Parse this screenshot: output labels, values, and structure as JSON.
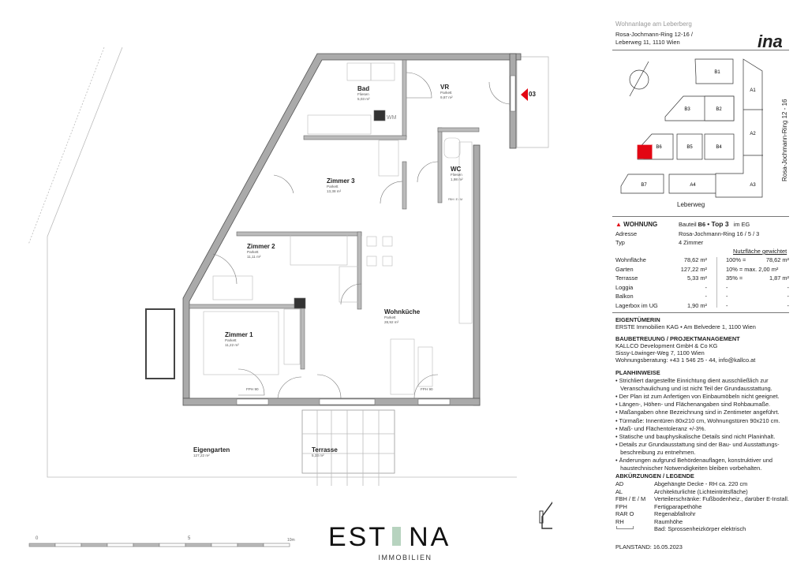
{
  "header": {
    "project": "Wohnanlage am Leberberg",
    "address_line1": "Rosa-Jochmann-Ring 12-16 /",
    "address_line2": "Leberweg 11, 1110 Wien",
    "logo": "ina"
  },
  "siteplan": {
    "blocks": [
      "B1",
      "B2",
      "B3",
      "B4",
      "B5",
      "B6",
      "B7",
      "A1",
      "A2",
      "A3",
      "A4"
    ],
    "street_right": "Rosa-Jochmann-Ring 12 - 16",
    "street_bottom": "Leberweg",
    "highlight_color": "#e30613"
  },
  "apartment": {
    "title": "WOHNUNG",
    "bauteil_prefix": "Bauteil",
    "bauteil": "B6",
    "top": "• Top 3",
    "floor": "im EG",
    "address_label": "Adresse",
    "address": "Rosa-Jochmann-Ring 16 / 5 / 3",
    "type_label": "Typ",
    "type": "4 Zimmer",
    "weighted_header": "Nutzfläche gewichtet",
    "rows": [
      {
        "label": "Wohnfläche",
        "area": "78,62 m²",
        "pct": "100% =",
        "weighted": "78,62 m²"
      },
      {
        "label": "Garten",
        "area": "127,22 m²",
        "pct": "10% = max. 2,00 m²",
        "weighted": ""
      },
      {
        "label": "Terrasse",
        "area": "5,33 m²",
        "pct": "35% =",
        "weighted": "1,87 m²"
      },
      {
        "label": "Loggia",
        "area": "-",
        "pct": "-",
        "weighted": "-"
      },
      {
        "label": "Balkon",
        "area": "-",
        "pct": "-",
        "weighted": "-"
      },
      {
        "label": "Lagerbox im UG",
        "area": "1,90 m²",
        "pct": "-",
        "weighted": "-"
      }
    ]
  },
  "owner": {
    "title": "EIGENTÜMERIN",
    "text": "ERSTE Immobilien KAG • Am Belvedere 1, 1100 Wien"
  },
  "management": {
    "title": "BAUBETREUUNG / PROJEKTMANAGEMENT",
    "lines": [
      "KALLCO Development GmbH & Co KG",
      "Sissy-Löwinger-Weg 7, 1100 Wien",
      "Wohnungsberatung: +43 1 546 25 - 44, info@kallco.at"
    ]
  },
  "notes": {
    "title": "PLANHINWEISE",
    "lines": [
      "• Strichliert dargestellte Einrichtung dient ausschließlich zur",
      "   Veranschaulichung und ist nicht Teil der Grundausstattung.",
      "• Der Plan ist zum Anfertigen von Einbaumöbeln nicht geeignet.",
      "• Längen-, Höhen- und Flächenangaben sind Rohbaumaße.",
      "• Maßangaben ohne Bezeichnung sind in Zentimeter angeführt.",
      "• Türmaße: Innentüren 80x210 cm, Wohnungstüren 90x210 cm.",
      "• Maß- und Flächentoleranz +/-3%.",
      "• Statische und bauphysikalische Details sind nicht Planinhalt.",
      "• Details zur Grundausstattung sind der Bau- und Ausstattungs-",
      "   beschreibung zu entnehmen.",
      "• Änderungen aufgrund Behördenauflagen, konstruktiver und",
      "   haustechnischer Notwendigkeiten bleiben vorbehalten."
    ]
  },
  "legend": {
    "title": "ABKÜRZUNGEN / LEGENDE",
    "items": [
      {
        "abbr": "AD",
        "text": "Abgehängte Decke - RH ca. 220 cm"
      },
      {
        "abbr": "AL",
        "text": "Architekturlichte (Lichteintrittsfläche)"
      },
      {
        "abbr": "FBH / E / M",
        "text": "Verteilerschränke: Fußbodenheiz., darüber E-Install."
      },
      {
        "abbr": "FPH",
        "text": "Fertigparapethöhe"
      },
      {
        "abbr": "RAR O",
        "text": "Regenabfallrohr"
      },
      {
        "abbr": "RH",
        "text": "Raumhöhe"
      },
      {
        "abbr": "",
        "text": "Bad: Sprossenheizkörper elektrisch"
      }
    ],
    "planstand": "PLANSTAND: 16.05.2023"
  },
  "plan": {
    "entrance": "03",
    "rooms": [
      {
        "name": "Bad",
        "floor": "Fliesen",
        "area": "5,03 m²"
      },
      {
        "name": "VR",
        "floor": "Parkett",
        "area": "9,87 m²"
      },
      {
        "name": "WC",
        "floor": "Fliesen",
        "area": "1,98 m²"
      },
      {
        "name": "Zimmer 3",
        "floor": "Parkett",
        "area": "13,38 m²"
      },
      {
        "name": "Zimmer 2",
        "floor": "Parkett",
        "area": "11,11 m²"
      },
      {
        "name": "Zimmer 1",
        "floor": "Parkett",
        "area": "11,22 m²"
      },
      {
        "name": "Wohnküche",
        "floor": "Parkett",
        "area": "28,92 m²"
      },
      {
        "name": "Eigengarten",
        "floor": "",
        "area": "127,22 m²"
      },
      {
        "name": "Terrasse",
        "floor": "",
        "area": "5,33 m²"
      }
    ],
    "wm": "WM",
    "fph": "FPH 90",
    "fbh": "FBH / E / M"
  },
  "scale": {
    "labels": [
      "0",
      "5",
      "10m"
    ]
  },
  "brand": {
    "name_left": "EST",
    "name_right": "NA",
    "sub": "IMMOBILIEN",
    "accent": "#b7d3bf"
  }
}
